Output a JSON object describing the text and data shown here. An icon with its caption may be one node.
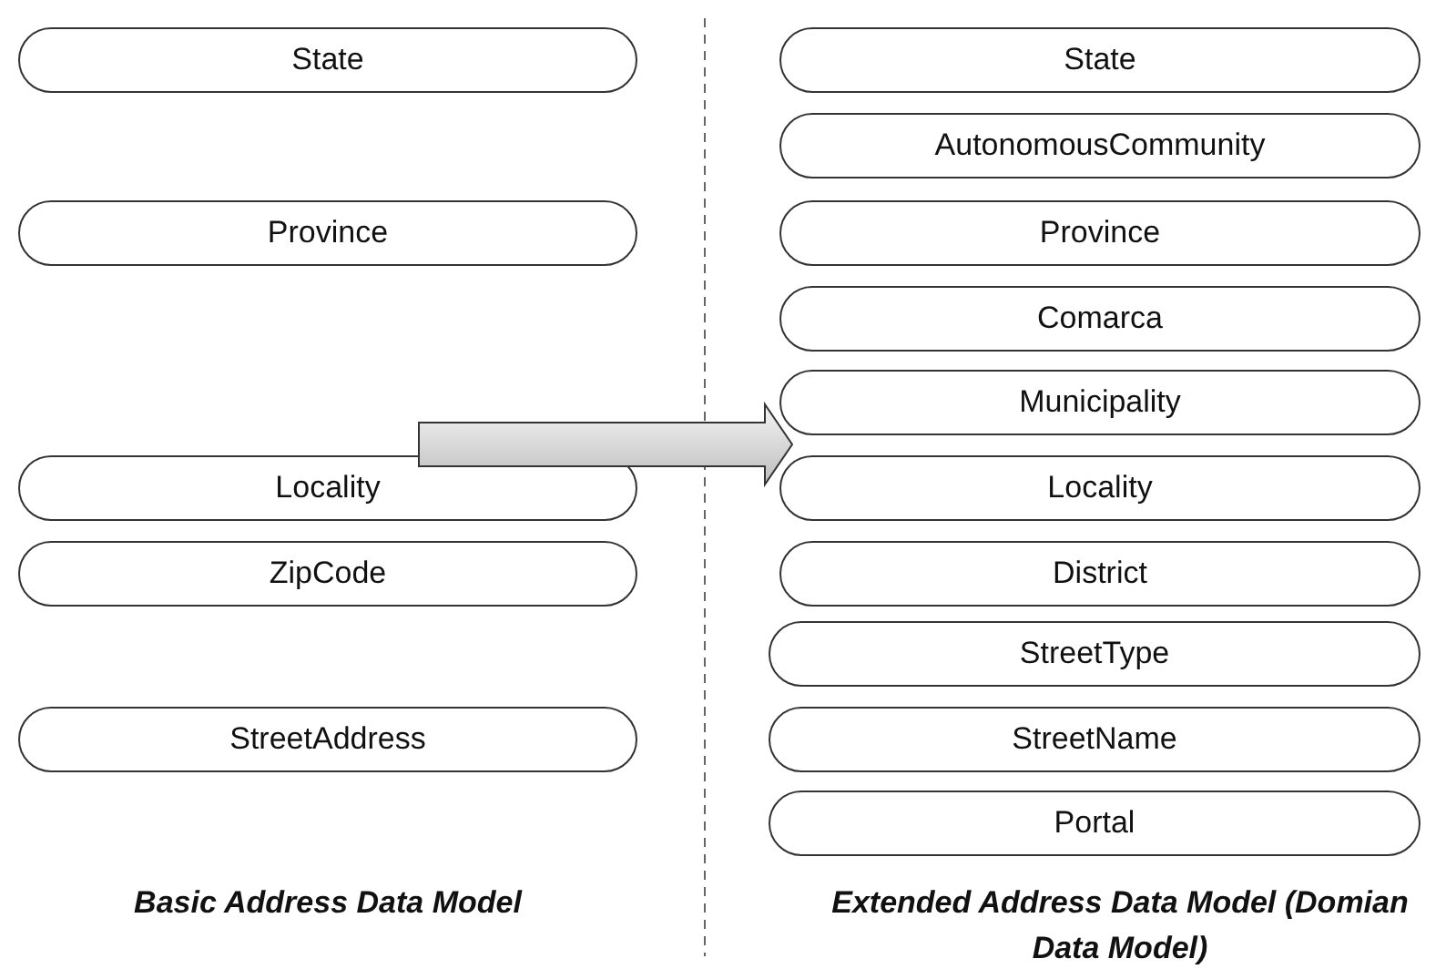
{
  "diagram": {
    "nodes": [
      {
        "text": [
          "State"
        ]
      },
      {
        "text": [
          "Province"
        ]
      },
      {
        "text": [
          "Locality"
        ]
      },
      {
        "text": [
          "ZipCode"
        ]
      },
      {
        "text": [
          "StreetAddress"
        ]
      },
      {
        "text": [
          "State"
        ]
      },
      {
        "text": [
          "AutonomousCommunity"
        ]
      },
      {
        "text": [
          "Province"
        ]
      },
      {
        "text": [
          "Comarca"
        ]
      },
      {
        "text": [
          "Municipality"
        ]
      },
      {
        "text": [
          "Locality"
        ]
      },
      {
        "text": [
          "District"
        ]
      },
      {
        "text": [
          "StreetType"
        ]
      },
      {
        "text": [
          "StreetName"
        ]
      },
      {
        "text": [
          "Portal"
        ]
      }
    ],
    "edges": [
      {
        "from": null,
        "to": 10,
        "arrow": "to",
        "style": "thick"
      }
    ],
    "labels": [
      "Basic Address Data Model",
      "Extended Address Data Model (Domian Data Model)"
    ]
  }
}
